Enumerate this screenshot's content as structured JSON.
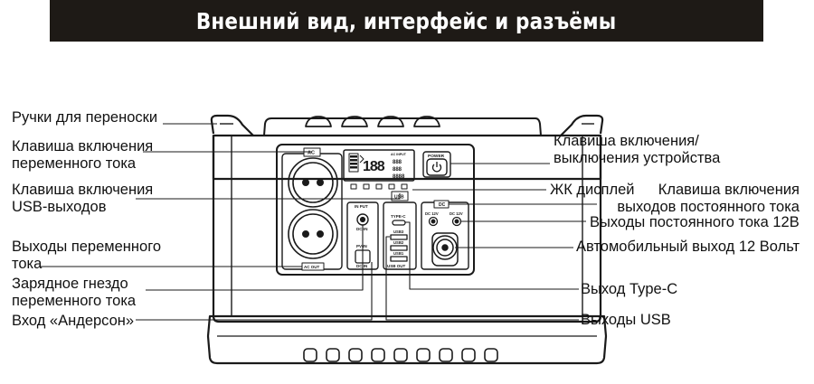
{
  "title": "Внешний вид, интерфейс и разъёмы",
  "callouts_left": [
    {
      "id": "handles",
      "lines": [
        "Ручки для переноски"
      ]
    },
    {
      "id": "ac-switch",
      "lines": [
        "Клавиша включения",
        "переменного тока"
      ]
    },
    {
      "id": "usb-switch",
      "lines": [
        "Клавиша включения",
        "USB-выходов"
      ]
    },
    {
      "id": "ac-outputs",
      "lines": [
        "Выходы переменного",
        "тока"
      ]
    },
    {
      "id": "ac-charge-socket",
      "lines": [
        "Зарядное гнездо",
        "переменного тока"
      ]
    },
    {
      "id": "anderson-input",
      "lines": [
        "Вход «Андерсон»"
      ]
    }
  ],
  "callouts_right": [
    {
      "id": "power-button",
      "lines": [
        "Клавиша включения/",
        "выключения устройства"
      ]
    },
    {
      "id": "lcd",
      "lines": [
        "ЖК дисплей"
      ]
    },
    {
      "id": "dc-switch",
      "lines": [
        "Клавиша включения",
        "выходов постоянного тока"
      ]
    },
    {
      "id": "dc-outputs",
      "lines": [
        "Выходы постоянного тока 12В"
      ]
    },
    {
      "id": "car-outlet",
      "lines": [
        "Автомобильный выход 12 Вольт"
      ]
    },
    {
      "id": "type-c",
      "lines": [
        "Выход Type-C"
      ]
    },
    {
      "id": "usb-outputs",
      "lines": [
        "Выходы USB"
      ]
    }
  ],
  "device_labels": {
    "ac": "AC",
    "ac_out": "AC OUT",
    "in_put": "IN PUT",
    "dc_in": "DC-IN",
    "pv_in": "PV-IN",
    "dc_in_bottom": "DC IN",
    "usb": "USB",
    "type_c": "TYPE-C",
    "usb3": "USB3",
    "usb2": "USB2",
    "usb1": "USB1",
    "usb_out": "USB OUT",
    "dc": "DC",
    "dc12v_left": "DC 12V",
    "dc12v_right": "DC 12V",
    "power": "POWER",
    "lcd_digits": "188",
    "lcd_ac_input": "AC INPUT",
    "lcd_row1": "888",
    "lcd_row2": "888",
    "lcd_row3": "8888"
  },
  "colors": {
    "title_bg": "#1e1a16",
    "title_text": "#ffffff",
    "stroke": "#1a1a1a",
    "text": "#111111"
  }
}
